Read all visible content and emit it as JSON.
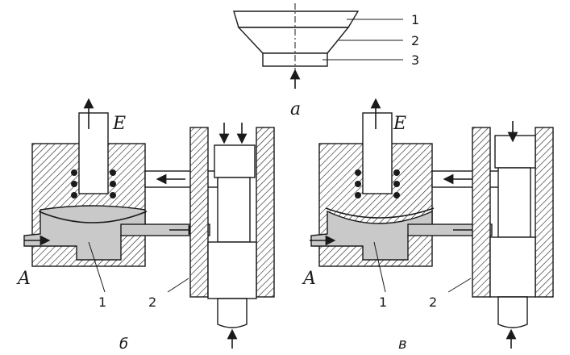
{
  "labels": {
    "part_1": "1",
    "part_2": "2",
    "part_3": "3",
    "view_a": "а",
    "view_b": "б",
    "view_v": "в",
    "port_e": "E",
    "port_a": "A"
  }
}
